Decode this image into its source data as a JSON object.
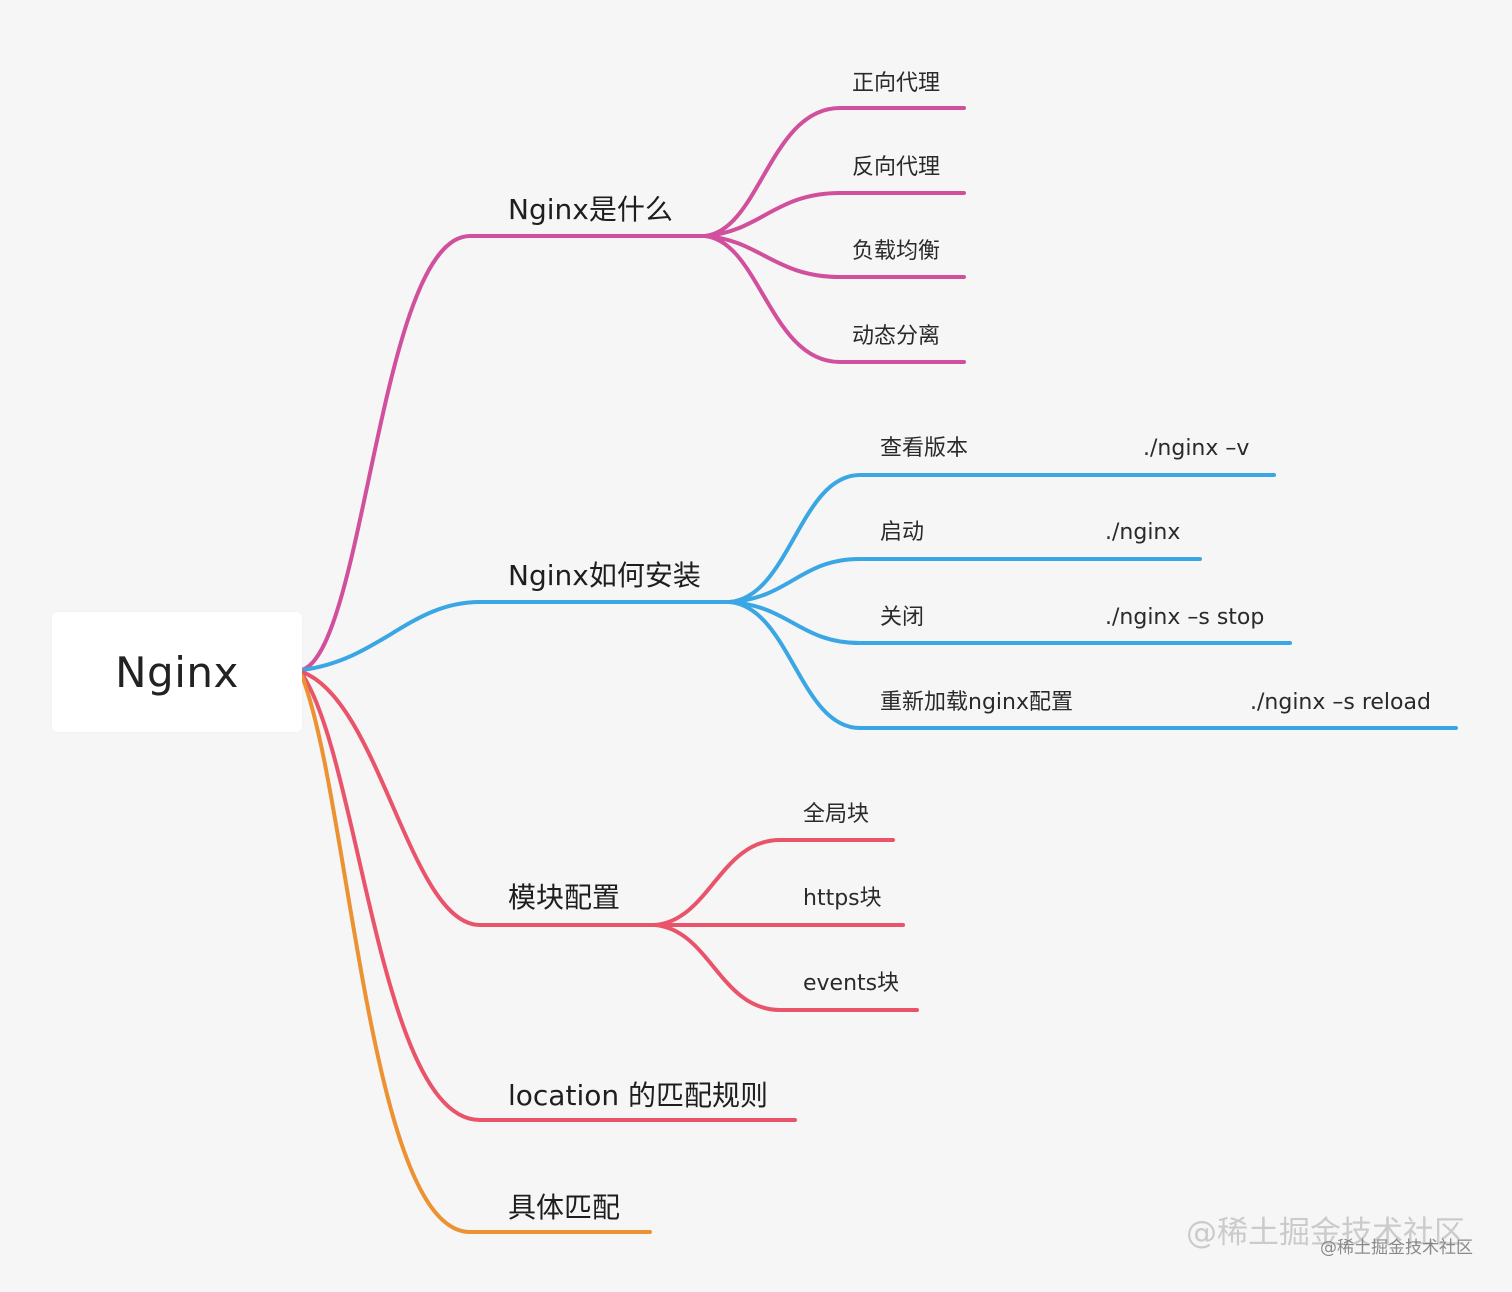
{
  "root": {
    "label": "Nginx"
  },
  "colors": {
    "what": "#d1509d",
    "install": "#3aa6e4",
    "module": "#e9546b",
    "location": "#e9546b",
    "match": "#ec9232"
  },
  "branches": [
    {
      "id": "what",
      "label": "Nginx是什么",
      "children": [
        {
          "label": "正向代理"
        },
        {
          "label": "反向代理"
        },
        {
          "label": "负载均衡"
        },
        {
          "label": "动态分离"
        }
      ]
    },
    {
      "id": "install",
      "label": "Nginx如何安装",
      "children": [
        {
          "label": "查看版本",
          "command": "./nginx –v"
        },
        {
          "label": "启动",
          "command": "./nginx"
        },
        {
          "label": "关闭",
          "command": "./nginx –s stop"
        },
        {
          "label": "重新加载nginx配置",
          "command": "./nginx –s reload"
        }
      ]
    },
    {
      "id": "module",
      "label": "模块配置",
      "children": [
        {
          "label": "全局块"
        },
        {
          "label": "https块"
        },
        {
          "label": "events块"
        }
      ]
    },
    {
      "id": "location",
      "label": "location 的匹配规则",
      "children": []
    },
    {
      "id": "match",
      "label": "具体匹配",
      "children": []
    }
  ],
  "watermark": {
    "large": "@稀土掘金技术社区",
    "small": "@稀土掘金技术社区"
  }
}
